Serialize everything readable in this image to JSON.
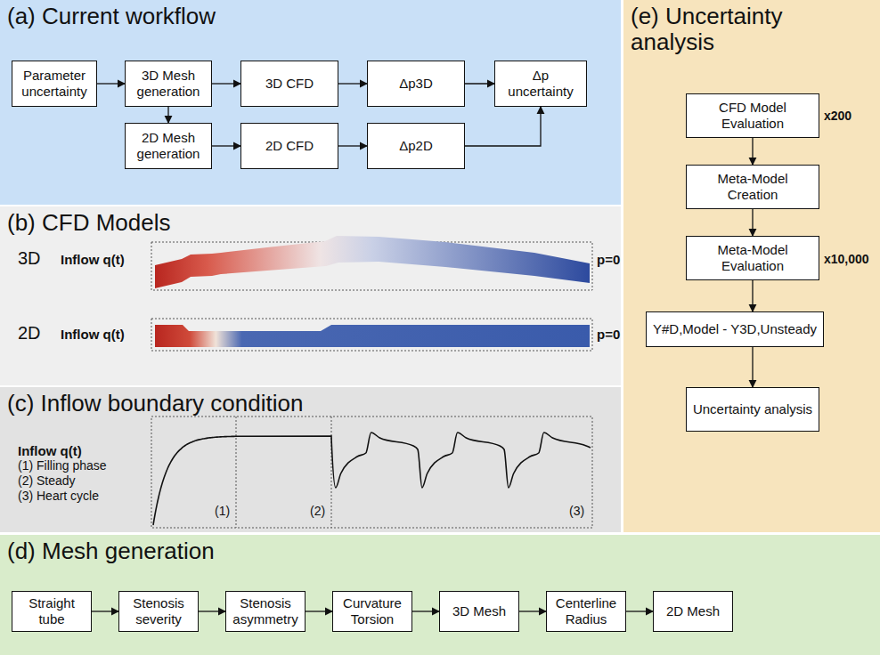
{
  "diagram": {
    "nodes": [
      {
        "text": [
          "(a) Current workflow"
        ]
      },
      {
        "text": [
          "Parameter uncertainty"
        ],
        "in": 0
      },
      {
        "text": [
          "3D Mesh generation"
        ],
        "in": 0
      },
      {
        "text": [
          "3D CFD"
        ],
        "in": 0
      },
      {
        "text": [
          "Δp3D"
        ],
        "in": 0
      },
      {
        "text": [
          "Δp uncertainty"
        ],
        "in": 0
      },
      {
        "text": [
          "2D Mesh generation"
        ],
        "in": 0
      },
      {
        "text": [
          "2D CFD"
        ],
        "in": 0
      },
      {
        "text": [
          "Δp2D"
        ],
        "in": 0
      },
      {
        "text": [
          "(b) CFD Models"
        ]
      },
      {
        "text": [
          "(c) Inflow boundary condition"
        ]
      },
      {
        "text": [
          "(d) Mesh generation"
        ]
      },
      {
        "text": [
          "Straight tube"
        ],
        "in": 11
      },
      {
        "text": [
          "Stenosis severity"
        ],
        "in": 11
      },
      {
        "text": [
          "Stenosis asymmetry"
        ],
        "in": 11
      },
      {
        "text": [
          "Curvature Torsion"
        ],
        "in": 11
      },
      {
        "text": [
          "3D Mesh"
        ],
        "in": 11
      },
      {
        "text": [
          "Centerline Radius"
        ],
        "in": 11
      },
      {
        "text": [
          "2D Mesh"
        ],
        "in": 11
      },
      {
        "text": [
          "(e) Uncertainty analysis"
        ]
      },
      {
        "text": [
          "CFD Model Evaluation"
        ],
        "in": 19
      },
      {
        "text": [
          "Meta-Model Creation"
        ],
        "in": 19
      },
      {
        "text": [
          "Meta-Model Evaluation"
        ],
        "in": 19
      },
      {
        "text": [
          "Y#D,Model - Y3D,Unsteady"
        ],
        "in": 19
      },
      {
        "text": [
          "Uncertainty analysis"
        ],
        "in": 19
      }
    ],
    "edges": [
      {
        "from": 1,
        "to": 2,
        "arrow": "to"
      },
      {
        "from": 2,
        "to": 3,
        "arrow": "to"
      },
      {
        "from": 3,
        "to": 4,
        "arrow": "to"
      },
      {
        "from": 4,
        "to": 5,
        "arrow": "to"
      },
      {
        "from": 2,
        "to": 6,
        "arrow": "to"
      },
      {
        "from": 6,
        "to": 7,
        "arrow": "to"
      },
      {
        "from": 7,
        "to": 8,
        "arrow": "to"
      },
      {
        "from": 8,
        "to": 5,
        "arrow": "to"
      },
      {
        "from": 12,
        "to": 13,
        "arrow": "to"
      },
      {
        "from": 13,
        "to": 14,
        "arrow": "to"
      },
      {
        "from": 14,
        "to": 15,
        "arrow": "to"
      },
      {
        "from": 15,
        "to": 16,
        "arrow": "to"
      },
      {
        "from": 16,
        "to": 17,
        "arrow": "to"
      },
      {
        "from": 17,
        "to": 18,
        "arrow": "to"
      },
      {
        "from": 20,
        "to": 21,
        "arrow": "to"
      },
      {
        "from": 21,
        "to": 22,
        "arrow": "to"
      },
      {
        "from": 22,
        "to": 23,
        "arrow": "to"
      },
      {
        "from": 23,
        "to": 24,
        "arrow": "to"
      }
    ],
    "labels": [
      "3D",
      "Inflow q(t)",
      "p=0",
      "2D",
      "Inflow q(t)",
      "p=0",
      "Inflow q(t)",
      "(1) Filling phase",
      "(2) Steady",
      "(3) Heart cycle",
      "(1)",
      "(2)",
      "(3)",
      "x200",
      "x10,000"
    ]
  }
}
